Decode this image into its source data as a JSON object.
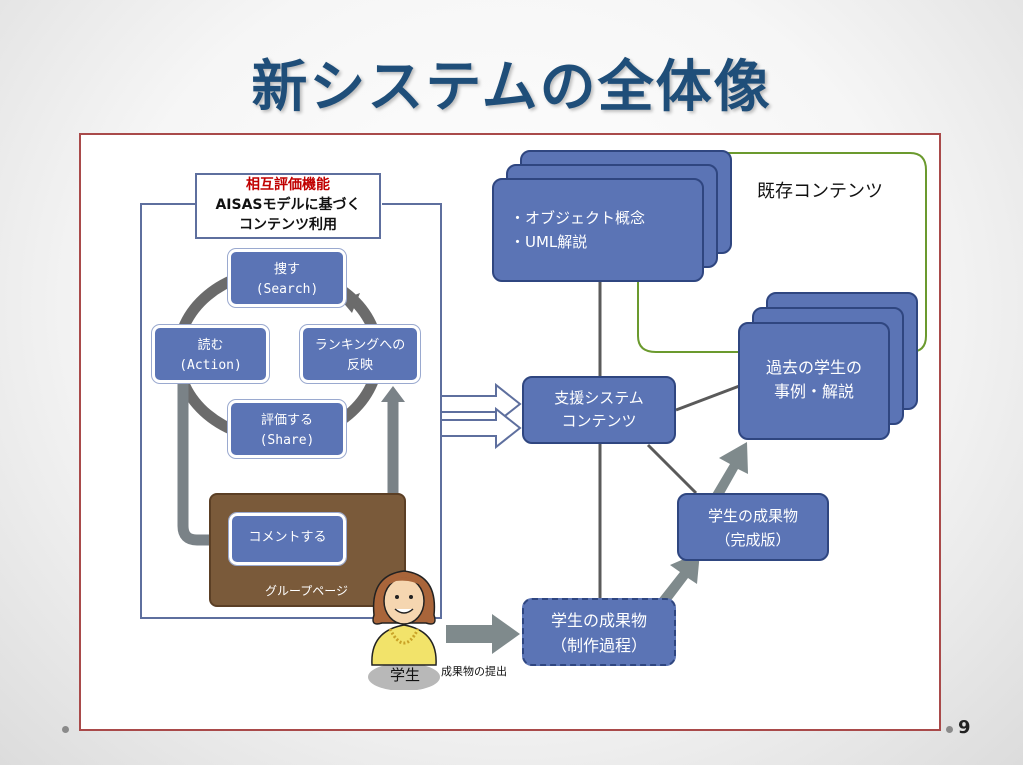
{
  "slide": {
    "title": "新システムの全体像",
    "page_number": "9"
  },
  "callout": {
    "line1": "相互評価機能",
    "line2": "AISASモデルに基づく",
    "line3": "コンテンツ利用"
  },
  "cycle": {
    "search": "捜す\n(Search)",
    "action": "読む\n(Action)",
    "ranking": "ランキングへの\n反映",
    "share": "評価する\n(Share)",
    "comment": "コメントする"
  },
  "group_page": "グループページ",
  "student": {
    "label": "学生",
    "submit": "成果物の提出"
  },
  "existing": {
    "label": "既存コンテンツ",
    "box1": "・オブジェクト概念\n・UML解説",
    "box2": "過去の学生の\n事例・解説"
  },
  "support": "支援システム\nコンテンツ",
  "deliverable_draft": "学生の成果物\n（制作過程）",
  "deliverable_final": "学生の成果物\n（完成版）"
}
